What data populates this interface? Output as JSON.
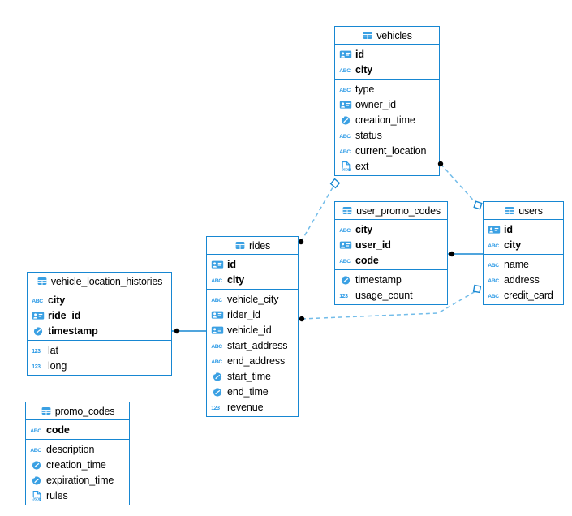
{
  "colors": {
    "table_border": "#1787d2",
    "icon_blue": "#3aa0e3",
    "dash_line": "#72bce9",
    "marker_dot": "#000000",
    "background": "#ffffff"
  },
  "tables": {
    "vehicles": {
      "title": "vehicles",
      "key_fields": [
        {
          "icon": "id-card-icon",
          "label": "id"
        },
        {
          "icon": "text-type-icon",
          "label": "city"
        }
      ],
      "fields": [
        {
          "icon": "text-type-icon",
          "label": "type"
        },
        {
          "icon": "id-card-icon",
          "label": "owner_id"
        },
        {
          "icon": "timestamp-icon",
          "label": "creation_time"
        },
        {
          "icon": "text-type-icon",
          "label": "status"
        },
        {
          "icon": "text-type-icon",
          "label": "current_location"
        },
        {
          "icon": "json-type-icon",
          "label": "ext"
        }
      ]
    },
    "user_promo_codes": {
      "title": "user_promo_codes",
      "key_fields": [
        {
          "icon": "text-type-icon",
          "label": "city"
        },
        {
          "icon": "id-card-icon",
          "label": "user_id"
        },
        {
          "icon": "text-type-icon",
          "label": "code"
        }
      ],
      "fields": [
        {
          "icon": "timestamp-icon",
          "label": "timestamp"
        },
        {
          "icon": "number-type-icon",
          "label": "usage_count"
        }
      ]
    },
    "users": {
      "title": "users",
      "key_fields": [
        {
          "icon": "id-card-icon",
          "label": "id"
        },
        {
          "icon": "text-type-icon",
          "label": "city"
        }
      ],
      "fields": [
        {
          "icon": "text-type-icon",
          "label": "name"
        },
        {
          "icon": "text-type-icon",
          "label": "address"
        },
        {
          "icon": "text-type-icon",
          "label": "credit_card"
        }
      ]
    },
    "rides": {
      "title": "rides",
      "key_fields": [
        {
          "icon": "id-card-icon",
          "label": "id"
        },
        {
          "icon": "text-type-icon",
          "label": "city"
        }
      ],
      "fields": [
        {
          "icon": "text-type-icon",
          "label": "vehicle_city"
        },
        {
          "icon": "id-card-icon",
          "label": "rider_id"
        },
        {
          "icon": "id-card-icon",
          "label": "vehicle_id"
        },
        {
          "icon": "text-type-icon",
          "label": "start_address"
        },
        {
          "icon": "text-type-icon",
          "label": "end_address"
        },
        {
          "icon": "timestamp-icon",
          "label": "start_time"
        },
        {
          "icon": "timestamp-icon",
          "label": "end_time"
        },
        {
          "icon": "number-type-icon",
          "label": "revenue"
        }
      ]
    },
    "vehicle_location_histories": {
      "title": "vehicle_location_histories",
      "key_fields": [
        {
          "icon": "text-type-icon",
          "label": "city"
        },
        {
          "icon": "id-card-icon",
          "label": "ride_id"
        },
        {
          "icon": "timestamp-icon",
          "label": "timestamp"
        }
      ],
      "fields": [
        {
          "icon": "number-type-icon",
          "label": "lat"
        },
        {
          "icon": "number-type-icon",
          "label": "long"
        }
      ]
    },
    "promo_codes": {
      "title": "promo_codes",
      "key_fields": [
        {
          "icon": "text-type-icon",
          "label": "code"
        }
      ],
      "fields": [
        {
          "icon": "text-type-icon",
          "label": "description"
        },
        {
          "icon": "timestamp-icon",
          "label": "creation_time"
        },
        {
          "icon": "timestamp-icon",
          "label": "expiration_time"
        },
        {
          "icon": "json-type-icon",
          "label": "rules"
        }
      ]
    }
  },
  "relations": [
    {
      "from": "rides",
      "to": "vehicles",
      "from_marker": "dot",
      "to_marker": "open-diamond",
      "style": "dashed"
    },
    {
      "from": "vehicles",
      "to": "users",
      "from_marker": "dot",
      "to_marker": "open-square",
      "style": "dashed"
    },
    {
      "from": "user_promo_codes",
      "to": "users",
      "from_marker": "dot",
      "to_marker": "none",
      "style": "solid"
    },
    {
      "from": "rides",
      "to": "users",
      "from_marker": "dot",
      "to_marker": "open-square",
      "style": "dashed"
    },
    {
      "from": "vehicle_location_histories",
      "to": "rides",
      "from_marker": "dot",
      "to_marker": "none",
      "style": "solid"
    }
  ]
}
